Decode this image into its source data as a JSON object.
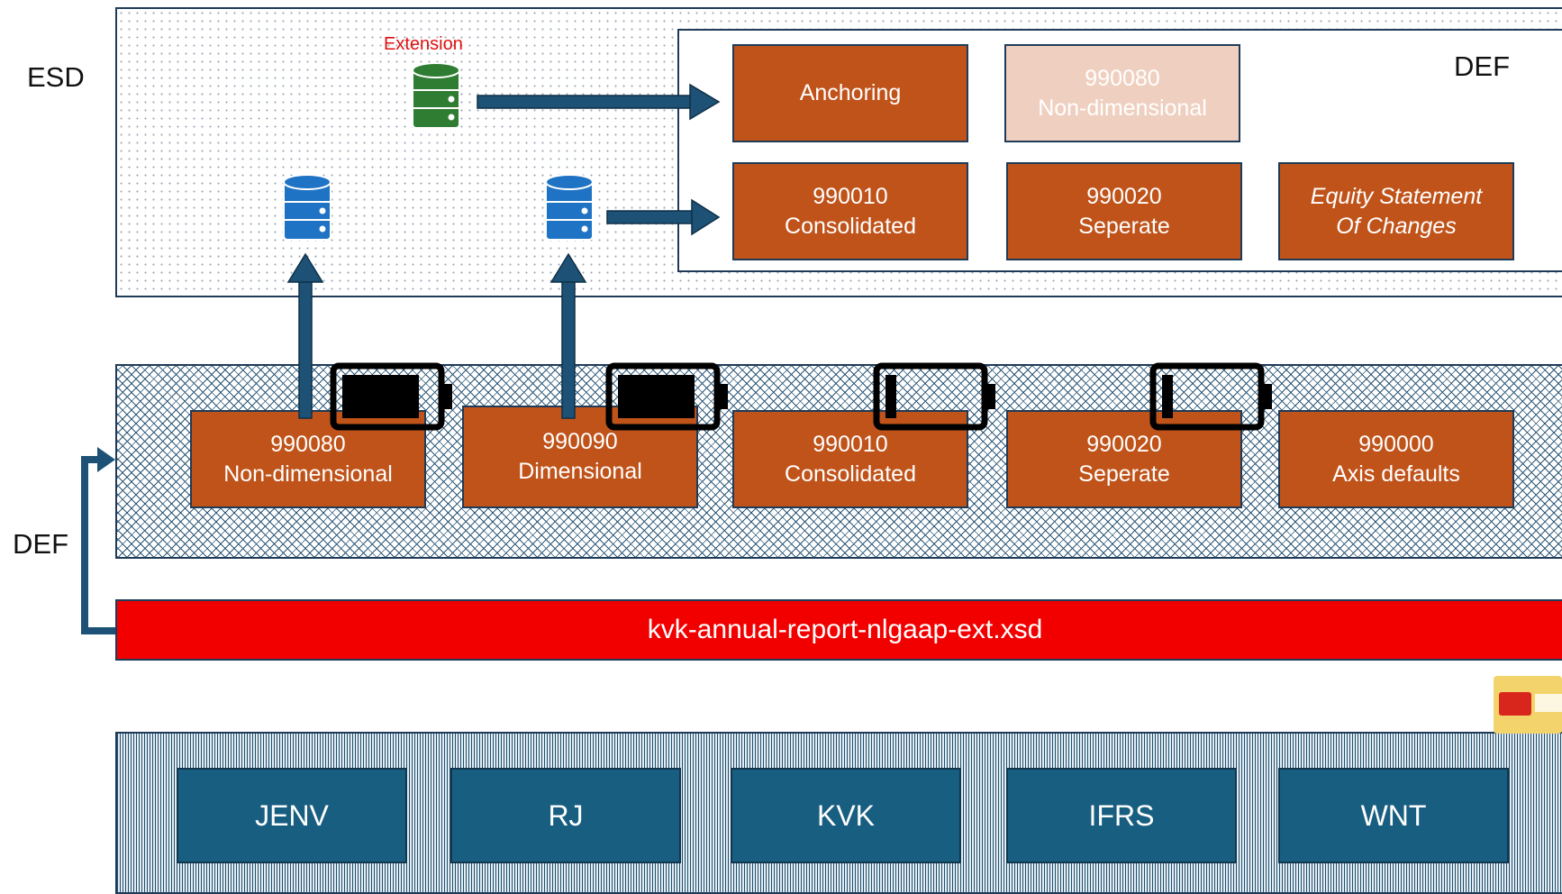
{
  "labels": {
    "esd": "ESD",
    "def_left": "DEF",
    "def_inner": "DEF",
    "extension": "Extension"
  },
  "esd_boxes": {
    "anchoring": {
      "line1": "Anchoring"
    },
    "nondim_faded": {
      "line1": "990080",
      "line2": "Non-dimensional"
    },
    "consolidated": {
      "line1": "990010",
      "line2": "Consolidated"
    },
    "seperate": {
      "line1": "990020",
      "line2": "Seperate"
    },
    "equity": {
      "line1": "Equity Statement",
      "line2": "Of Changes"
    }
  },
  "def_boxes": [
    {
      "line1": "990080",
      "line2": "Non-dimensional"
    },
    {
      "line1": "990090",
      "line2": "Dimensional"
    },
    {
      "line1": "990010",
      "line2": "Consolidated"
    },
    {
      "line1": "990020",
      "line2": "Seperate"
    },
    {
      "line1": "990000",
      "line2": "Axis defaults"
    }
  ],
  "schema_bar": "kvk-annual-report-nlgaap-ext.xsd",
  "base_boxes": [
    "JENV",
    "RJ",
    "KVK",
    "IFRS",
    "WNT"
  ],
  "battery_levels": [
    0.85,
    0.85,
    0.12,
    0.12
  ],
  "colors": {
    "orange": "#c0531a",
    "faded": "#efd0c0",
    "navy": "#185e80",
    "red": "#f20000",
    "db_blue": "#1f73c4",
    "db_green": "#2e7d32",
    "arrow": "#1d5276"
  },
  "icons": [
    "database-icon",
    "battery-icon",
    "arrow-icon"
  ]
}
